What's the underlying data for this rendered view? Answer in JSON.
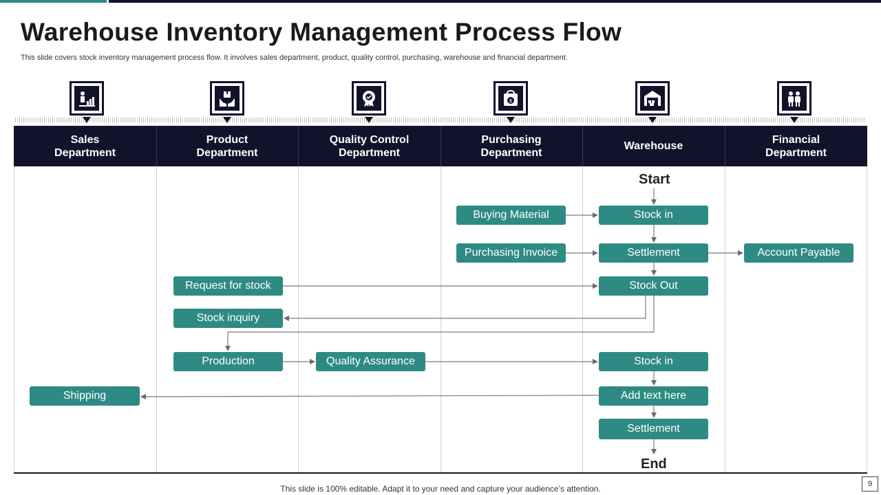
{
  "title": "Warehouse Inventory Management Process Flow",
  "subtitle": "This slide covers stock inventory management process flow. It involves sales department, product, quality control, purchasing, warehouse and financial department.",
  "columns": [
    {
      "label": "Sales\nDepartment",
      "icon": "sales-growth-icon"
    },
    {
      "label": "Product\nDepartment",
      "icon": "product-box-hands-icon"
    },
    {
      "label": "Quality Control\nDepartment",
      "icon": "quality-badge-icon"
    },
    {
      "label": "Purchasing\nDepartment",
      "icon": "purchase-bag-icon"
    },
    {
      "label": "Warehouse",
      "icon": "warehouse-icon"
    },
    {
      "label": "Financial\nDepartment",
      "icon": "finance-people-icon"
    }
  ],
  "flow": {
    "start": "Start",
    "end": "End",
    "buying_material": "Buying Material",
    "stock_in_1": "Stock in",
    "purchasing_invoice": "Purchasing Invoice",
    "settlement_1": "Settlement",
    "account_payable": "Account Payable",
    "request_for_stock": "Request for stock",
    "stock_out": "Stock Out",
    "stock_inquiry": "Stock inquiry",
    "production": "Production",
    "quality_assurance": "Quality Assurance",
    "stock_in_2": "Stock in",
    "shipping": "Shipping",
    "add_text": "Add text here",
    "settlement_2": "Settlement"
  },
  "footer": "This slide is 100% editable. Adapt it to your need and capture your audience’s attention.",
  "page_number": "9",
  "colors": {
    "box": "#2e8b84",
    "header": "#12122a",
    "accent": "#2e8b84"
  }
}
